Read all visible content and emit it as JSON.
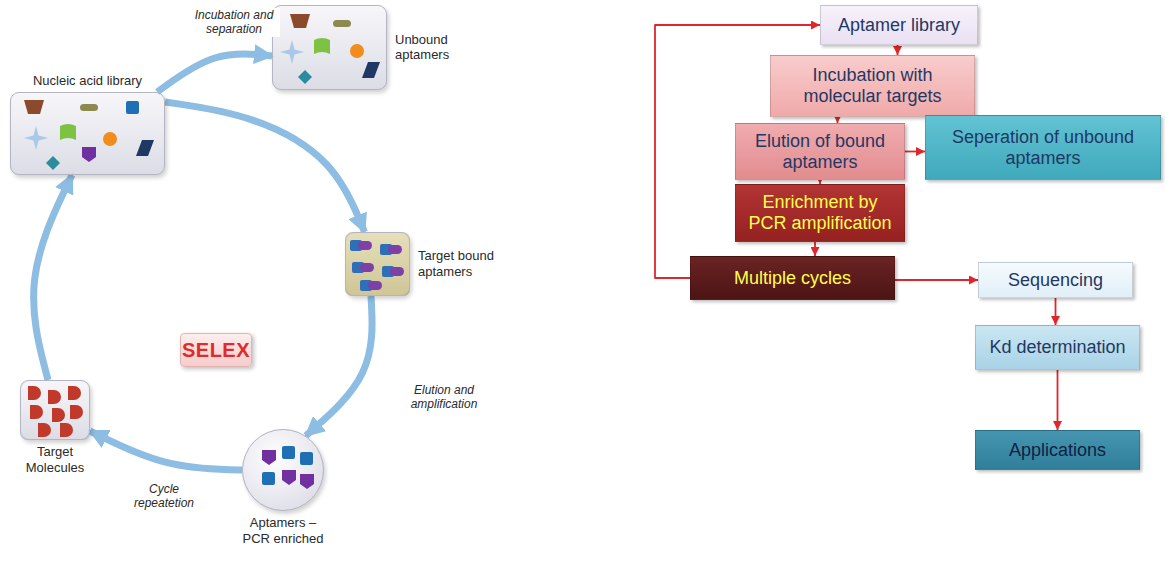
{
  "diagram": {
    "nodes": [
      {
        "text": [
          "Nucleic acid library"
        ]
      },
      {
        "text": [
          "Unbound aptamers"
        ]
      },
      {
        "text": [
          "Target bound aptamers"
        ]
      },
      {
        "text": [
          "Aptamers – PCR enriched"
        ]
      },
      {
        "text": [
          "Target Molecules"
        ]
      },
      {
        "text": [
          "SELEX"
        ]
      },
      {
        "text": [
          "Aptamer library"
        ]
      },
      {
        "text": [
          "Incubation with molecular targets"
        ]
      },
      {
        "text": [
          "Elution of bound aptamers"
        ]
      },
      {
        "text": [
          "Seperation of unbound aptamers"
        ]
      },
      {
        "text": [
          "Enrichment by PCR amplification"
        ]
      },
      {
        "text": [
          "Multiple cycles"
        ]
      },
      {
        "text": [
          "Sequencing"
        ]
      },
      {
        "text": [
          "Kd determination"
        ]
      },
      {
        "text": [
          "Applications"
        ]
      }
    ],
    "edges": [
      {
        "from": 0,
        "to": 1,
        "arrow": "to",
        "label": "Incubation and separation"
      },
      {
        "from": 0,
        "to": 2,
        "arrow": "to"
      },
      {
        "from": 2,
        "to": 3,
        "arrow": "to",
        "label": "Elution and amplification"
      },
      {
        "from": 3,
        "to": 4,
        "arrow": "to",
        "label": "Cycle repeatetion"
      },
      {
        "from": 4,
        "to": 0,
        "arrow": "to"
      },
      {
        "from": 6,
        "to": 7,
        "arrow": "to"
      },
      {
        "from": 7,
        "to": 8,
        "arrow": "to"
      },
      {
        "from": 8,
        "to": 9,
        "arrow": "to"
      },
      {
        "from": 8,
        "to": 10,
        "arrow": "to"
      },
      {
        "from": 10,
        "to": 11,
        "arrow": "to"
      },
      {
        "from": 11,
        "to": 6,
        "arrow": "to"
      },
      {
        "from": 11,
        "to": 12,
        "arrow": "to"
      },
      {
        "from": 12,
        "to": 13,
        "arrow": "to"
      },
      {
        "from": 13,
        "to": 14,
        "arrow": "to"
      }
    ]
  }
}
